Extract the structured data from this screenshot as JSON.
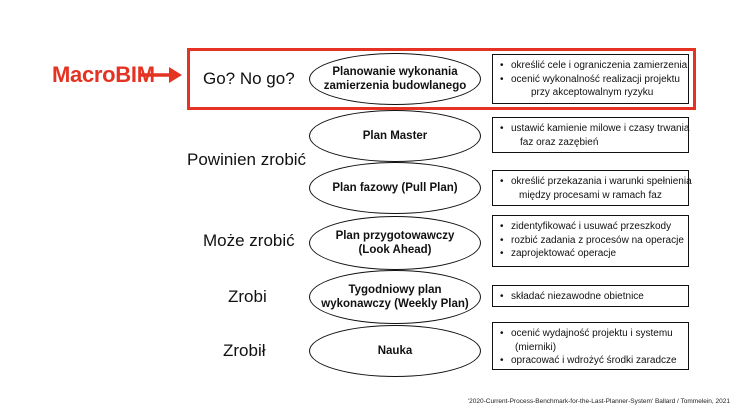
{
  "macro_label": "MacroBIM",
  "colors": {
    "accent": "#e53323",
    "text": "#111111",
    "background": "#ffffff"
  },
  "rows": [
    {
      "left": "Go? No go?",
      "ellipse": [
        "Planowanie wykonania",
        "zamierzenia budowlanego"
      ],
      "bullets": [
        [
          "określić cele i ograniczenia zamierzenia"
        ],
        [
          "ocenić wykonalność realizacji projektu",
          "przy akceptowalnym ryzyku"
        ]
      ]
    },
    {
      "left": "",
      "ellipse": [
        "Plan Master"
      ],
      "bullets": [
        [
          "ustawić kamienie milowe i czasy trwania",
          "faz oraz zazębień"
        ]
      ]
    },
    {
      "left": "",
      "ellipse": [
        "Plan fazowy (Pull Plan)"
      ],
      "bullets": [
        [
          "określić przekazania i warunki spełnienia",
          "między procesami w ramach faz"
        ]
      ]
    },
    {
      "left": "Może zrobić",
      "ellipse": [
        "Plan przygotowawczy",
        "(Look Ahead)"
      ],
      "bullets": [
        [
          "zidentyfikować i usuwać przeszkody"
        ],
        [
          "rozbić zadania z procesów na operacje"
        ],
        [
          "zaprojektować operacje"
        ]
      ]
    },
    {
      "left": "Zrobi",
      "ellipse": [
        "Tygodniowy plan",
        "wykonawczy (Weekly Plan)"
      ],
      "bullets": [
        [
          "składać niezawodne obietnice"
        ]
      ]
    },
    {
      "left": "Zrobił",
      "ellipse": [
        "Nauka"
      ],
      "bullets": [
        [
          "ocenić wydajność projektu i systemu",
          "(mierniki)"
        ],
        [
          "opracować i wdrożyć środki zaradcze"
        ]
      ]
    }
  ],
  "group_label": "Powinien zrobić",
  "source": "'2020-Current-Process-Benchmark-for-the-Last-Planner-System' Ballard / Tommelein, 2021"
}
